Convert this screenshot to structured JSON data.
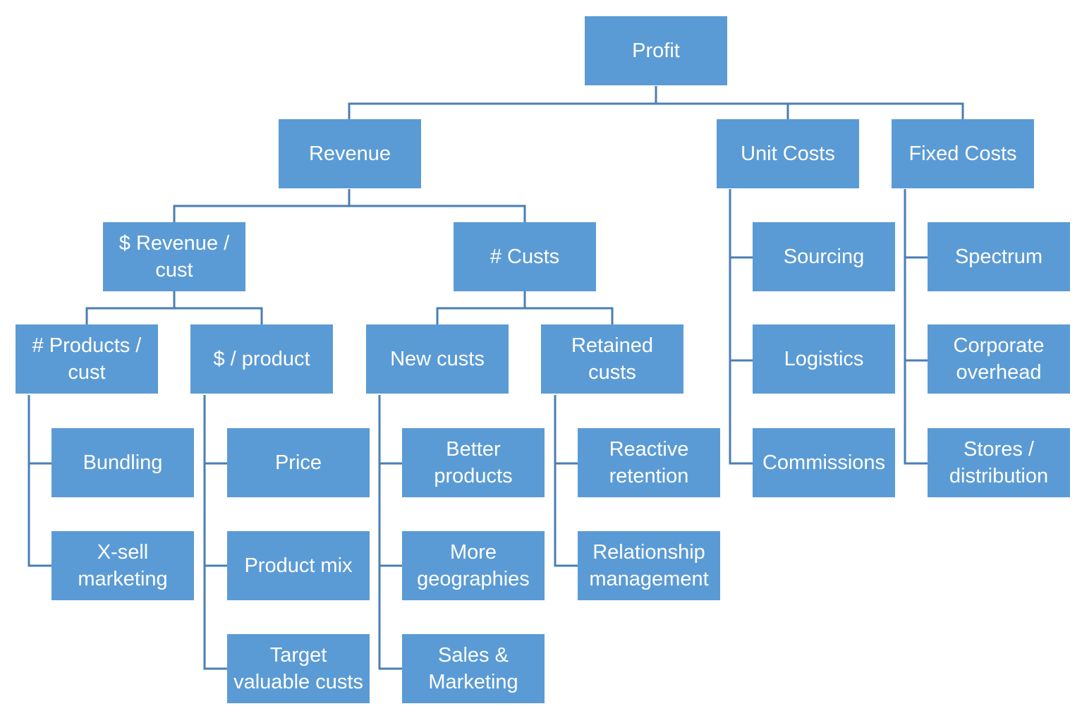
{
  "diagram": {
    "profit": "Profit",
    "revenue": "Revenue",
    "unit_costs": "Unit Costs",
    "fixed_costs": "Fixed Costs",
    "revenue_per_cust": "$ Revenue /\ncust",
    "num_custs": "# Custs",
    "products_per_cust": "# Products /\ncust",
    "dollars_per_product": "$ / product",
    "new_custs": "New custs",
    "retained_custs": "Retained\ncusts",
    "bundling": "Bundling",
    "xsell_marketing": "X-sell\nmarketing",
    "price": "Price",
    "product_mix": "Product mix",
    "target_valuable_custs": "Target\nvaluable custs",
    "better_products": "Better\nproducts",
    "more_geographies": "More\ngeographies",
    "sales_marketing": "Sales &\nMarketing",
    "reactive_retention": "Reactive\nretention",
    "relationship_management": "Relationship\nmanagement",
    "sourcing": "Sourcing",
    "logistics": "Logistics",
    "commissions": "Commissions",
    "spectrum": "Spectrum",
    "corporate_overhead": "Corporate\noverhead",
    "stores_distribution": "Stores /\ndistribution"
  },
  "colors": {
    "node_fill": "#5b9bd5",
    "connector": "#4a7eb4",
    "text": "#ffffff"
  }
}
